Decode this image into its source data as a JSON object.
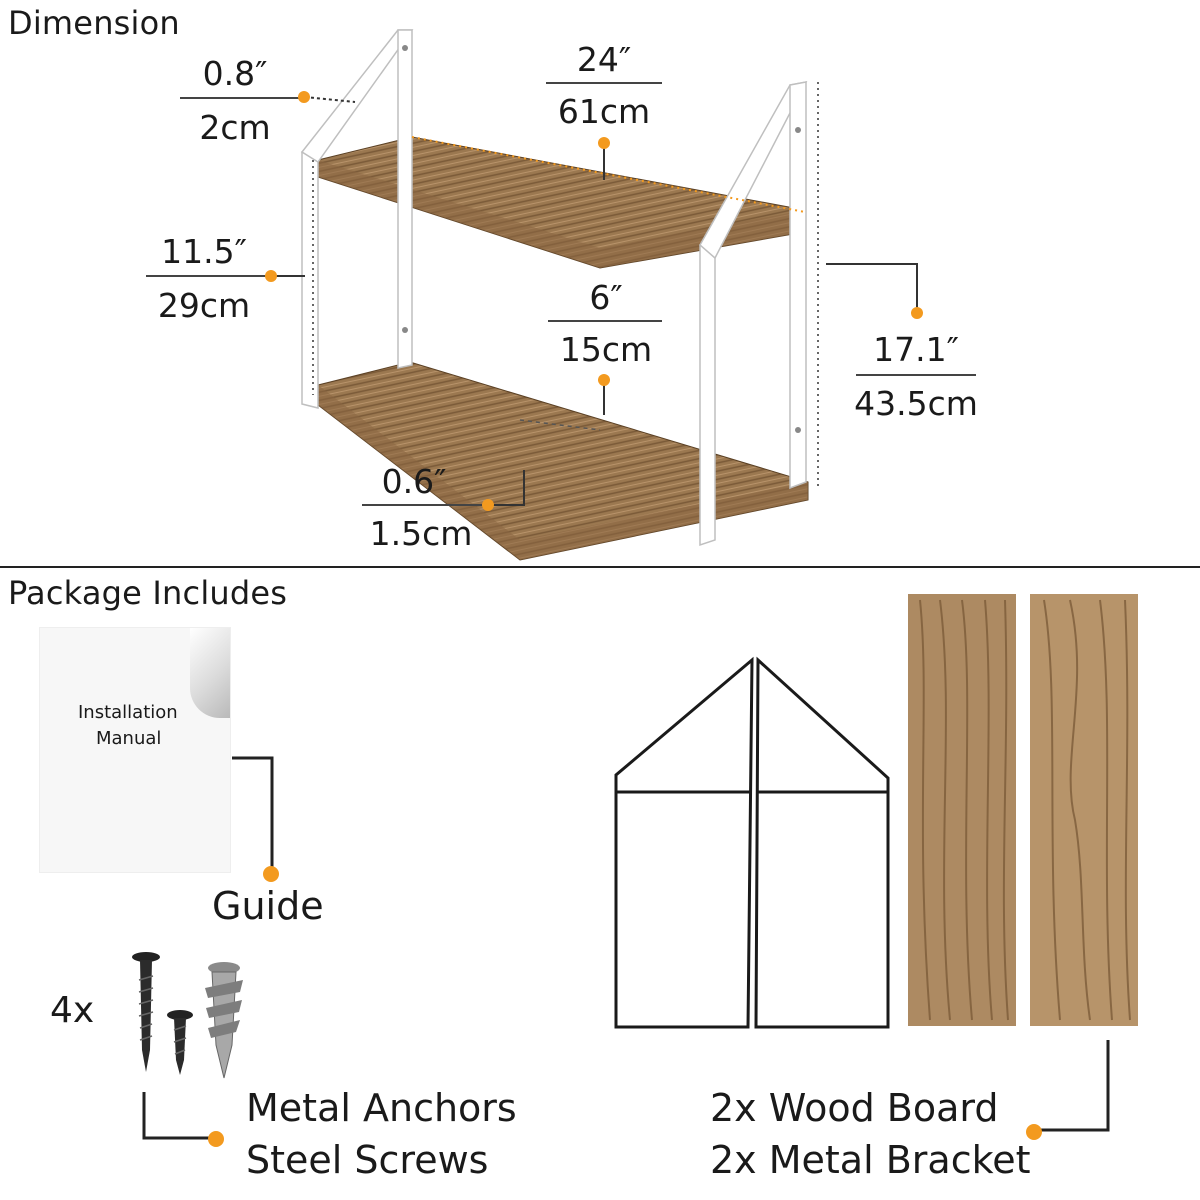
{
  "sections": {
    "dimension_title": "Dimension",
    "package_title": "Package Includes"
  },
  "dimensions": {
    "bracket_thickness": {
      "imperial": "0.8″",
      "metric": "2cm"
    },
    "width": {
      "imperial": "24″",
      "metric": "61cm"
    },
    "shelf_spacing": {
      "imperial": "11.5″",
      "metric": "29cm"
    },
    "depth": {
      "imperial": "6″",
      "metric": "15cm"
    },
    "total_height": {
      "imperial": "17.1″",
      "metric": "43.5cm"
    },
    "board_thickness": {
      "imperial": "0.6″",
      "metric": "1.5cm"
    }
  },
  "package": {
    "manual_line1": "Installation",
    "manual_line2": "Manual",
    "guide_label": "Guide",
    "screws_count": "4x",
    "hardware_line1": "Metal Anchors",
    "hardware_line2": "Steel Screws",
    "parts_line1": "2x Wood Board",
    "parts_line2": "2x Metal Bracket"
  },
  "colors": {
    "accent_dot": "#f39a1f",
    "wood": "#a9855c",
    "bracket": "#ffffff",
    "divider": "#222222"
  }
}
